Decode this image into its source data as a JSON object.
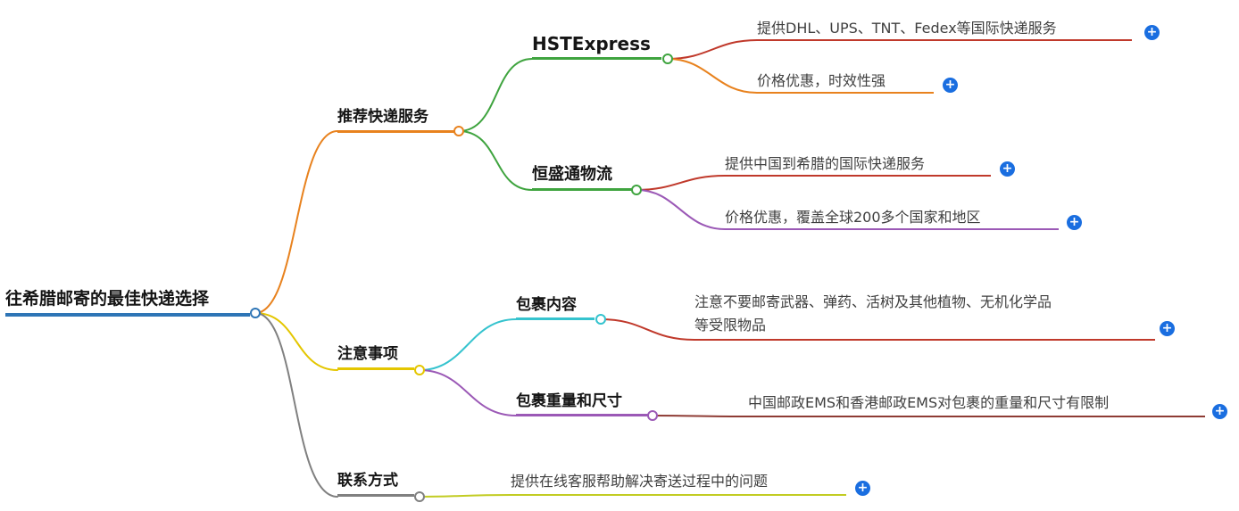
{
  "mindmap": {
    "root": {
      "label": "往希腊邮寄的最佳快递选择"
    },
    "branches": [
      {
        "label": "推荐快递服务",
        "children": [
          {
            "label": "HSTExpress",
            "leaves": [
              {
                "label": "提供DHL、UPS、TNT、Fedex等国际快递服务"
              },
              {
                "label": "价格优惠，时效性强"
              }
            ]
          },
          {
            "label": "恒盛通物流",
            "leaves": [
              {
                "label": "提供中国到希腊的国际快递服务"
              },
              {
                "label": "价格优惠，覆盖全球200多个国家和地区"
              }
            ]
          }
        ]
      },
      {
        "label": "注意事项",
        "children": [
          {
            "label": "包裹内容",
            "leaves": [
              {
                "lines": [
                  "注意不要邮寄武器、弹药、活树及其他植物、无机化学品",
                  "等受限物品"
                ]
              }
            ]
          },
          {
            "label": "包裹重量和尺寸",
            "leaves": [
              {
                "label": "中国邮政EMS和香港邮政EMS对包裹的重量和尺寸有限制"
              }
            ]
          }
        ]
      },
      {
        "label": "联系方式",
        "leaves": [
          {
            "label": "提供在线客服帮助解决寄送过程中的问题"
          }
        ]
      }
    ],
    "plus_glyph": "+"
  },
  "palette": {
    "root_blue": "#2e75b6",
    "orange": "#e8821e",
    "green": "#3fa43f",
    "red": "#c0392b",
    "purple": "#9b59b6",
    "yellow": "#e4c600",
    "cyan": "#35c3ce",
    "dark_red": "#8e3b34",
    "gray": "#808080",
    "yellow_green": "#c2cc23",
    "plus_blue": "#1a6ee0",
    "background": "#ffffff"
  }
}
